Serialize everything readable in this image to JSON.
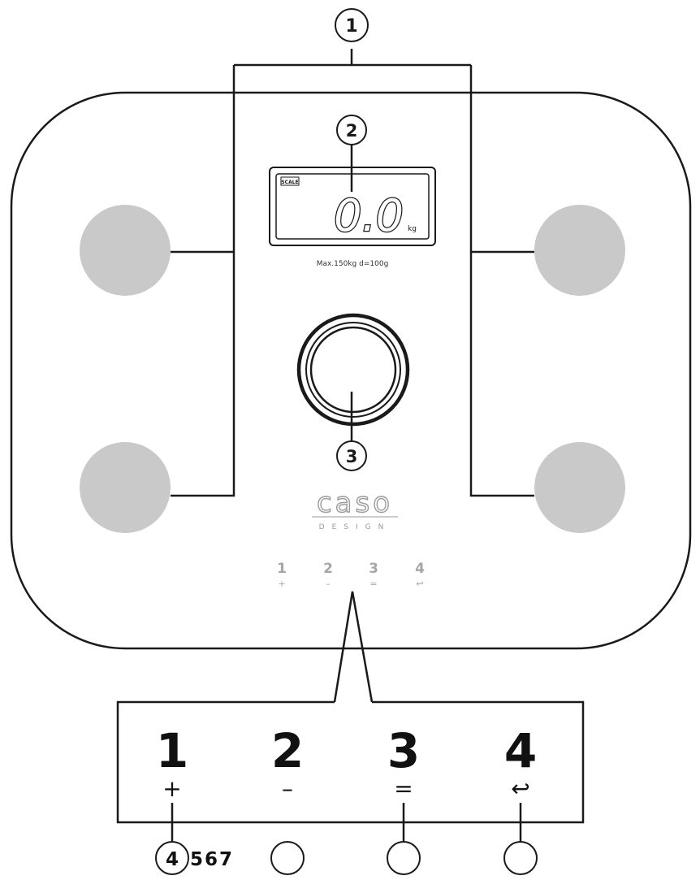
{
  "callouts": {
    "one": "1",
    "two": "2",
    "three": "3",
    "bottom": "4",
    "bottom_extra": "567"
  },
  "display": {
    "reading": "0.0",
    "unit": "kg",
    "indicator": "SCALE",
    "capacity": "Max.150kg  d=100g"
  },
  "brand": {
    "name": "caso",
    "subtitle": "DESIGN"
  },
  "buttons": [
    {
      "number": "1",
      "symbol": "+"
    },
    {
      "number": "2",
      "symbol": "–"
    },
    {
      "number": "3",
      "symbol": "="
    },
    {
      "number": "4",
      "symbol": "↩"
    }
  ],
  "colors": {
    "line": "#1a1a1a",
    "pad": "#c9c9c9",
    "faint": "#a6a6a6"
  }
}
